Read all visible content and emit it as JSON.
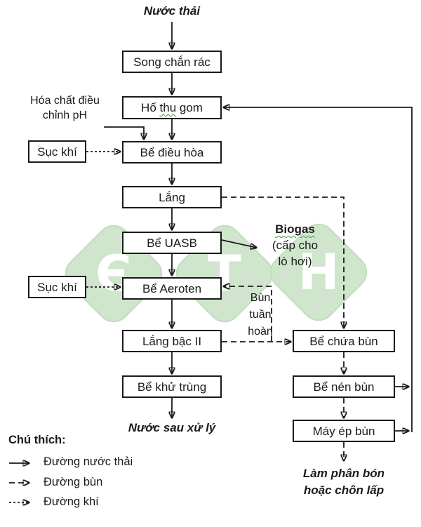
{
  "colors": {
    "ink": "#1a1a1a",
    "page_background": "#ffffff",
    "box_background": "#ffffff",
    "watermark_fill": "#cfe6cc",
    "watermark_edge": "#c3ddc0",
    "watermark_letter": "#ffffff",
    "spellcheck_squiggle": "#3f9e3f"
  },
  "annotations": {
    "input_label": "Nước thải",
    "chemical_label": [
      "Hóa chất điều",
      "chỉnh pH"
    ],
    "biogas": {
      "title": "Biogas",
      "line1": "(cấp cho",
      "line2": "lò hơi)"
    },
    "recirculation": [
      "Bùn",
      "tuần",
      "hoàn"
    ],
    "output_water": "Nước sau xử lý",
    "sludge_output": [
      "Làm phân bón",
      "hoặc chôn lấp"
    ]
  },
  "nodes": {
    "main": [
      {
        "label": "Song chắn rác"
      },
      {
        "label": "Hố thu gom",
        "pre": "Hố ",
        "squiggle": "thu",
        "post": " gom"
      },
      {
        "label": "Bể điều hòa"
      },
      {
        "label": "Lắng"
      },
      {
        "label": "Bể UASB"
      },
      {
        "label": "Bể Aeroten"
      },
      {
        "label": "Lắng bậc II"
      },
      {
        "label": "Bể khử trùng"
      }
    ],
    "aeration": [
      {
        "label": "Sục khí"
      },
      {
        "label": "Sục khí"
      }
    ],
    "sludge": [
      {
        "label": "Bể chứa bùn"
      },
      {
        "label": "Bể nén bùn"
      },
      {
        "label": "Máy ép bùn"
      }
    ]
  },
  "legend": {
    "title": "Chú thích:",
    "items": [
      {
        "line_style": "solid",
        "label": "Đường nước thải"
      },
      {
        "line_style": "dashed",
        "label": "Đường bùn"
      },
      {
        "line_style": "dotted",
        "label": "Đường khí"
      }
    ]
  },
  "watermark": {
    "letters": [
      "Є",
      "T",
      "H"
    ]
  }
}
